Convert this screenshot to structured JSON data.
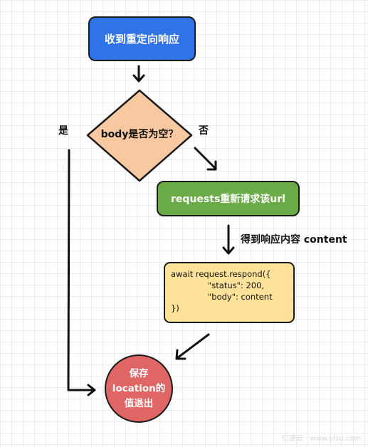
{
  "nodes": {
    "start": {
      "label": "收到重定向响应",
      "color": "#2f73e6"
    },
    "decision": {
      "label": "body是否为空？",
      "color": "#f8c9a0"
    },
    "retry": {
      "label": "requests重新请求该url",
      "color": "#6aab48"
    },
    "respond": {
      "lines": [
        "await request.respond({",
        "\"status\": 200,",
        "\"body\": content",
        "})"
      ],
      "color": "#ffe299"
    },
    "end": {
      "lines": [
        "保存",
        "location的",
        "值退出"
      ],
      "color": "#e06565"
    }
  },
  "edges": {
    "yes_label": "是",
    "no_label": "否",
    "fetch_label": "得到响应内容 content"
  },
  "watermark": "亿速云 · www.yisu.com"
}
